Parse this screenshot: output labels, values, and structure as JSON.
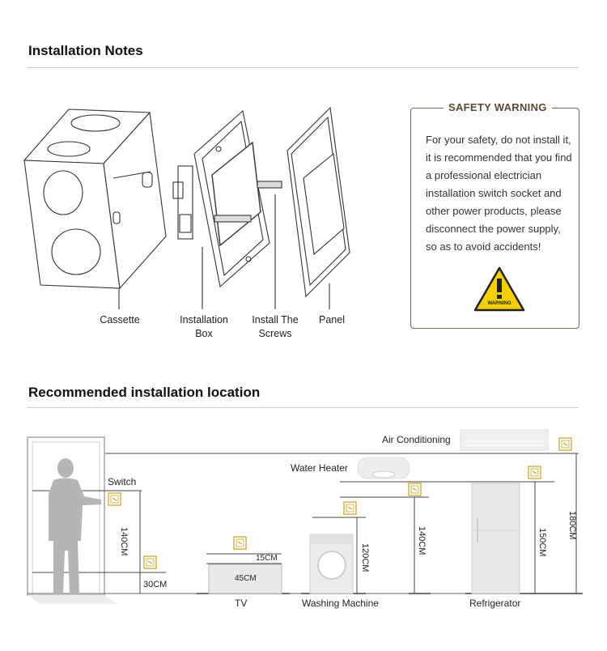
{
  "installation": {
    "heading": "Installation Notes",
    "labels": {
      "cassette": "Cassette",
      "installation_box_line1": "Installation",
      "installation_box_line2": "Box",
      "screws_line1": "Install The",
      "screws_line2": "Screws",
      "panel": "Panel"
    }
  },
  "safety": {
    "title": "SAFETY WARNING",
    "text": "For your safety, do not install it, it is recommended that you find a professional electrician installation switch socket and other power products, please disconnect the power supply, so as to avoid accidents!",
    "sign_text": "WARNING",
    "sign_color": "#f5d000"
  },
  "location": {
    "heading": "Recommended installation location",
    "labels": {
      "switch": "Switch",
      "air_conditioning": "Air Conditioning",
      "water_heater": "Water Heater",
      "tv": "TV",
      "washing_machine": "Washing Machine",
      "refrigerator": "Refrigerator"
    },
    "measurements": {
      "switch_height": "140CM",
      "low_socket": "30CM",
      "tv_top": "15CM",
      "tv_width": "45CM",
      "washer": "120CM",
      "water_heater": "140CM",
      "fridge": "150CM",
      "aircon": "180CM"
    },
    "accent_color": "#c9a227"
  }
}
